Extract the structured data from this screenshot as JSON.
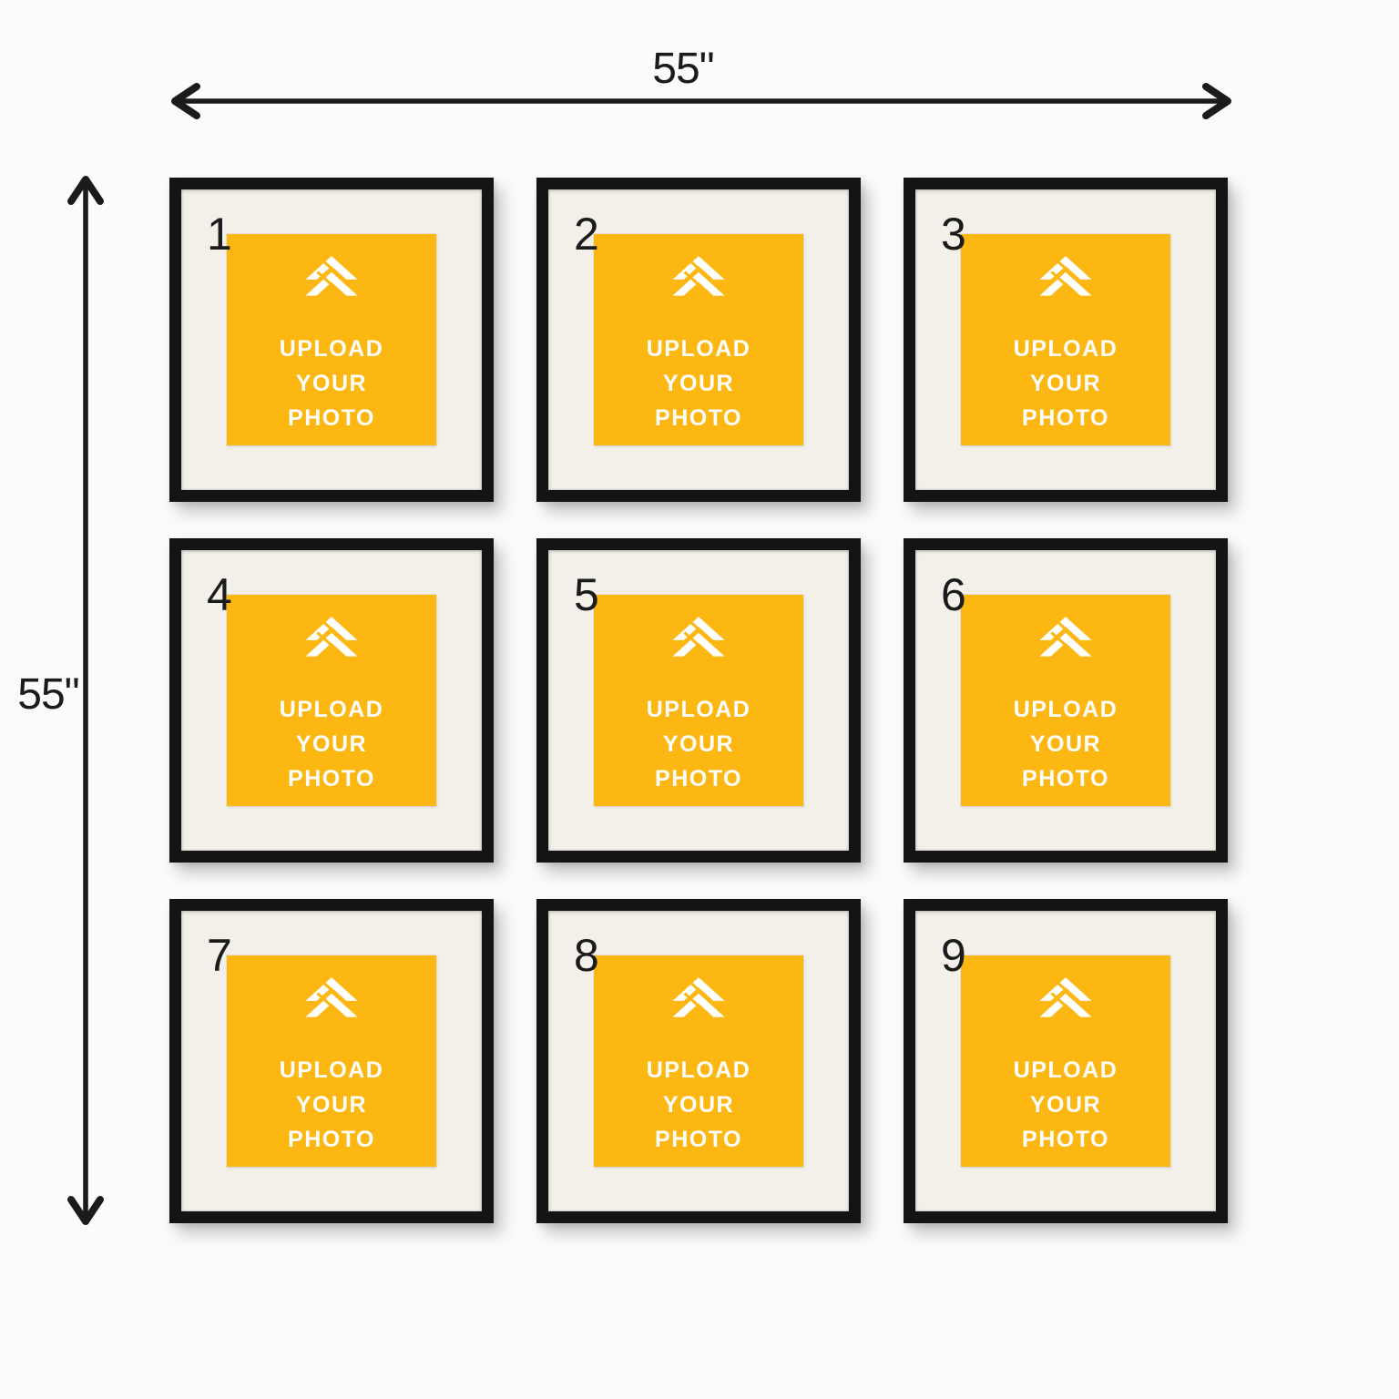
{
  "style": {
    "page_bg": "#FBFBFB",
    "frame_color": "#141414",
    "mat_color": "#F2F0E9",
    "photo_color": "#FCB713",
    "caption_color": "#FFFFFF",
    "number_color": "#1B1B1B",
    "dimension_color": "#1B1B1B"
  },
  "dimensions": {
    "width_label": "55\"",
    "height_label": "55\""
  },
  "caption": {
    "lines": [
      "UPLOAD",
      "YOUR",
      "PHOTO"
    ]
  },
  "icon": {
    "name": "double-chevron-up-upload",
    "color": "#FFFFFF"
  },
  "grid": {
    "rows": 3,
    "columns": 3
  },
  "frames": [
    {
      "number": "1"
    },
    {
      "number": "2"
    },
    {
      "number": "3"
    },
    {
      "number": "4"
    },
    {
      "number": "5"
    },
    {
      "number": "6"
    },
    {
      "number": "7"
    },
    {
      "number": "8"
    },
    {
      "number": "9"
    }
  ]
}
